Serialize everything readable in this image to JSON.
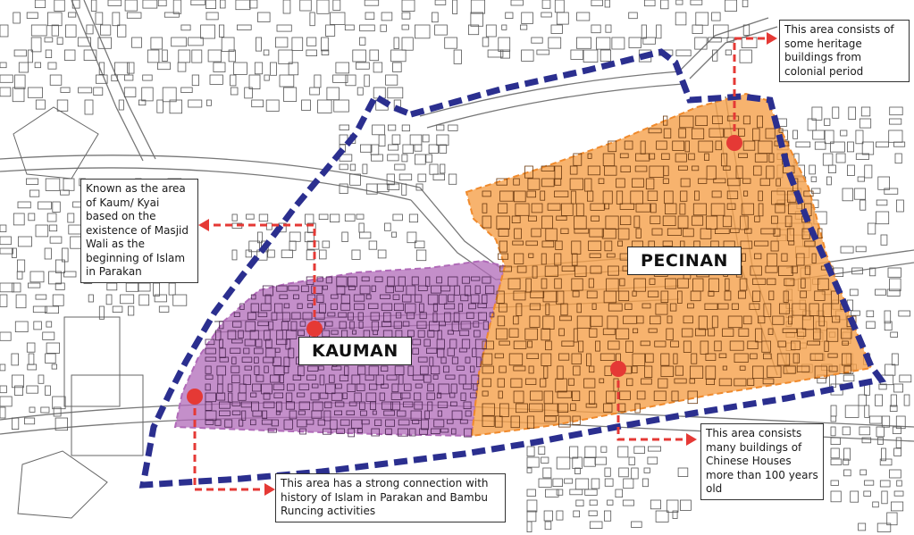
{
  "districts": {
    "kauman": {
      "label": "KAUMAN",
      "color": "#b06ab8"
    },
    "pecinan": {
      "label": "PECINAN",
      "color": "#f5a04a"
    }
  },
  "callouts": {
    "colonial": "This area consists of some heritage buildings from colonial period",
    "kaum": "Known as the area of Kaum/ Kyai based on the existence of Masjid Wali as the beginning of Islam in Parakan",
    "islam_history": "This area has a strong connection with history of Islam in Parakan and Bambu Runcing activities",
    "chinese_houses": "This area consists many buildings of Chinese Houses more than 100 years old"
  },
  "colors": {
    "boundary": "#2b2f8f",
    "marker": "#e53935",
    "building_line": "#555555"
  }
}
